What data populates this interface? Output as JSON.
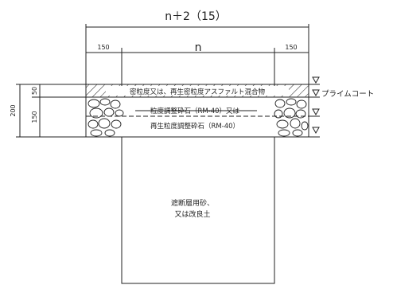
{
  "dimensions": {
    "total_width": "n＋2（15）",
    "inner_width": "n",
    "left_margin": "150",
    "right_margin": "150",
    "total_height": "200",
    "surface_thickness": "50",
    "base_thickness": "150"
  },
  "layers": {
    "surface": "密粒度又は、再生密粒度アスファルト混合物",
    "base_strike": "粒度調整砕石（RM-40）又は",
    "base": "再生粒度調整砕石（RM-40）",
    "subgrade_line1": "遮断層用砂、",
    "subgrade_line2": "又は改良土"
  },
  "labels": {
    "prime_coat": "プライムコート"
  },
  "colors": {
    "line": "#222222",
    "background": "#ffffff"
  }
}
